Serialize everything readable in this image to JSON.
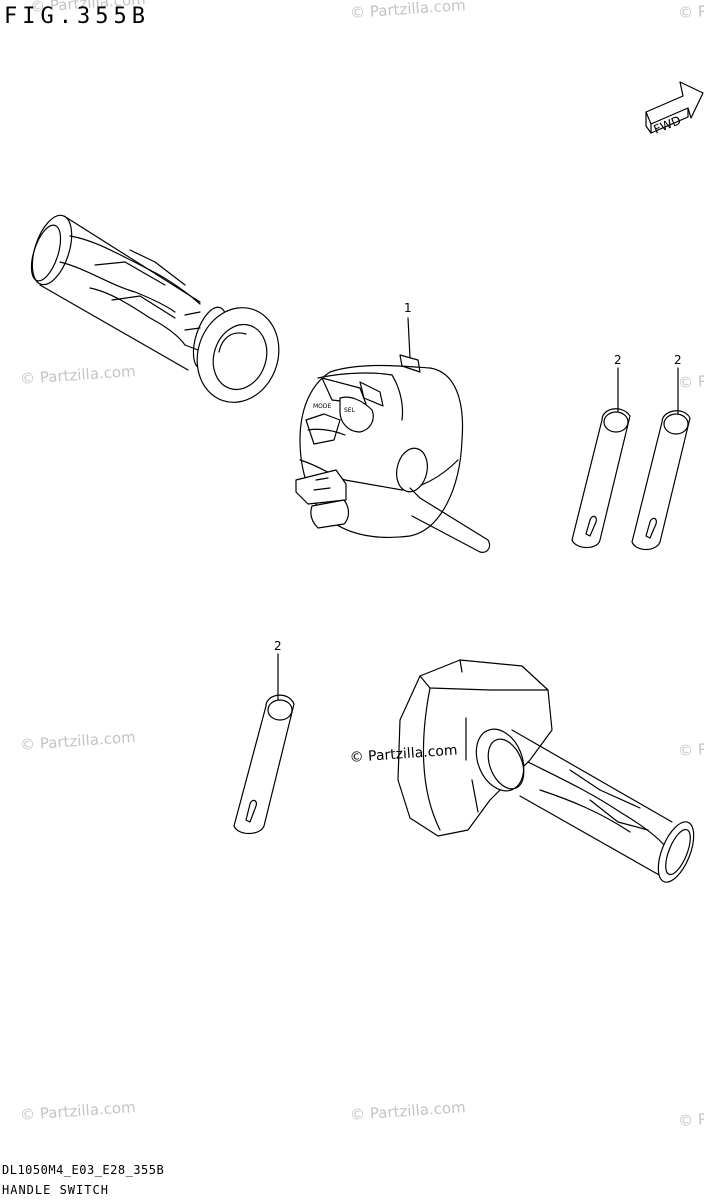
{
  "figure": {
    "number": "FIG.355B",
    "code": "DL1050M4_E03_E28_355B",
    "name": "HANDLE SWITCH"
  },
  "fwd_badge": "FWD",
  "watermark": "© Partzilla.com",
  "callouts": [
    {
      "id": "1",
      "part": "handle switch (left)"
    },
    {
      "id": "2",
      "part": "strap"
    },
    {
      "id": "2",
      "part": "strap"
    },
    {
      "id": "2",
      "part": "strap"
    }
  ],
  "switch_labels": {
    "mode": "MODE",
    "sel": "SEL"
  },
  "colors": {
    "line": "#000000",
    "background": "#ffffff",
    "watermark": "#c4c4c4"
  }
}
